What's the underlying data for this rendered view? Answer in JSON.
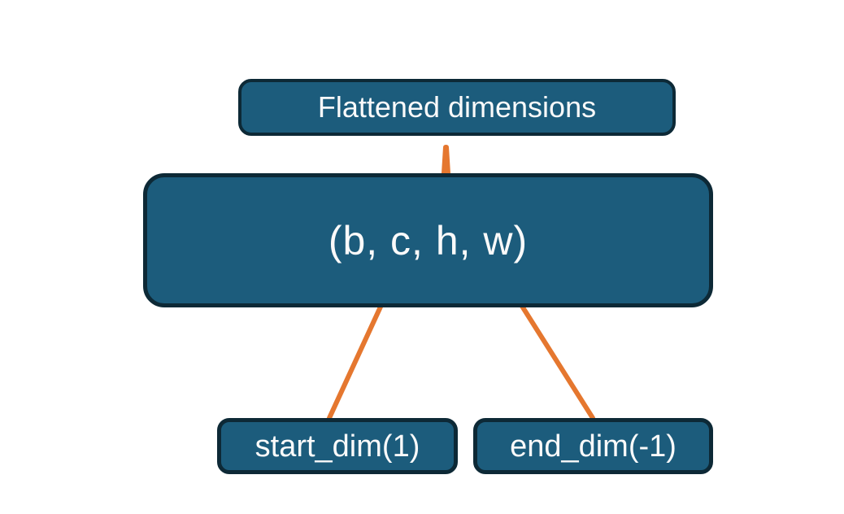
{
  "colors": {
    "background": "#ffffff",
    "box_fill": "#1c5c7c",
    "box_border": "#0d2936",
    "accent_orange": "#e5772f",
    "text": "#fafafa"
  },
  "diagram": {
    "flattened_label": "Flattened dimensions",
    "tensor_shape": "(b, c, h, w)",
    "start_dim_label": "start_dim(1)",
    "end_dim_label": "end_dim(-1)"
  }
}
